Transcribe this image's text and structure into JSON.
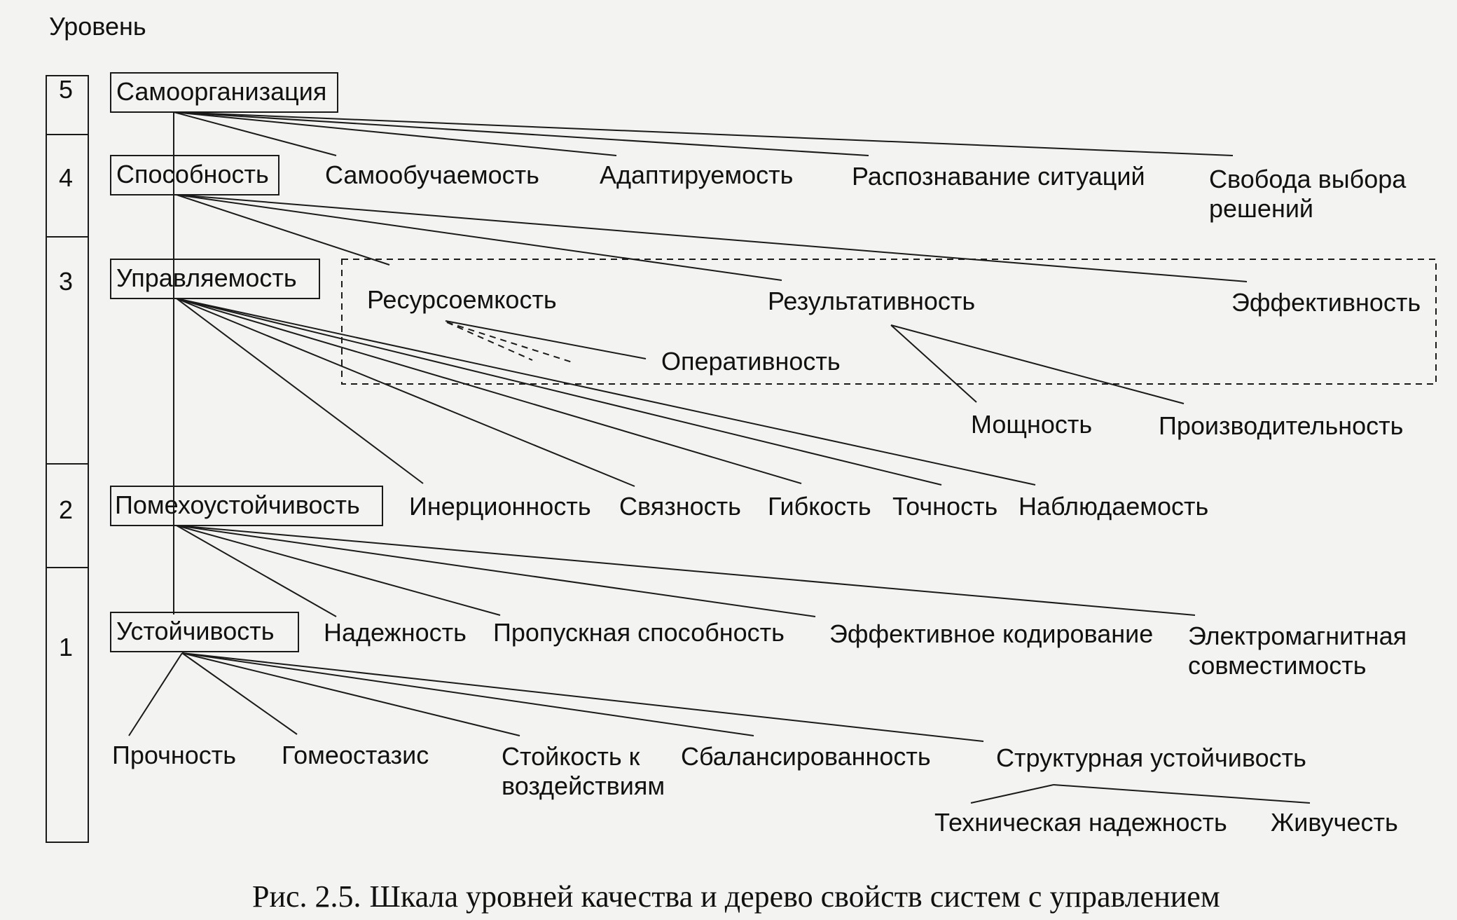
{
  "scale_title": "Уровень",
  "levels": [
    "5",
    "4",
    "3",
    "2",
    "1"
  ],
  "level_names": {
    "l5": "Самоорганизация",
    "l4": "Способность",
    "l3": "Управляемость",
    "l2": "Помехоустойчивость",
    "l1": "Устойчивость"
  },
  "properties": {
    "self_learning": "Самообучаемость",
    "adaptability": "Адаптируемость",
    "situation_recognition": "Распознавание ситуаций",
    "freedom_choice_1": "Свобода выбора",
    "freedom_choice_2": "решений",
    "resource_intensity": "Ресурсоемкость",
    "effectiveness": "Результативность",
    "efficiency": "Эффективность",
    "promptness": "Оперативность",
    "power": "Мощность",
    "productivity": "Производительность",
    "inertia": "Инерционность",
    "connectivity": "Связность",
    "flexibility": "Гибкость",
    "accuracy": "Точность",
    "observability": "Наблюдаемость",
    "reliability": "Надежность",
    "throughput": "Пропускная способность",
    "efficient_coding": "Эффективное кодирование",
    "emc_1": "Электромагнитная",
    "emc_2": "совместимость",
    "strength": "Прочность",
    "homeostasis": "Гомеостазис",
    "resistance_1": "Стойкость к",
    "resistance_2": "воздействиям",
    "balance": "Сбалансированность",
    "structural_stability": "Структурная устойчивость",
    "technical_reliability": "Техническая надежность",
    "survivability": "Живучесть"
  },
  "caption": {
    "number": "Рис. 2.5.",
    "text": "Шкала уровней качества и дерево свойств систем с управлением"
  }
}
